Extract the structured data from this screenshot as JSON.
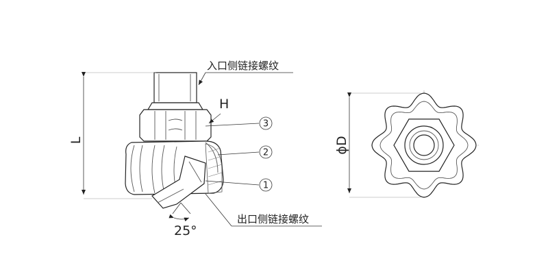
{
  "labels": {
    "inlet_thread": "入口侧链接螺纹",
    "outlet_thread": "出口侧链接螺纹",
    "hex_h": "H",
    "length_l": "L",
    "diameter_d": "ϕD",
    "angle": "25°",
    "part_1": "1",
    "part_2": "2",
    "part_3": "3"
  },
  "colors": {
    "line": "#222222",
    "leader": "#333333",
    "extension": "#999999"
  }
}
